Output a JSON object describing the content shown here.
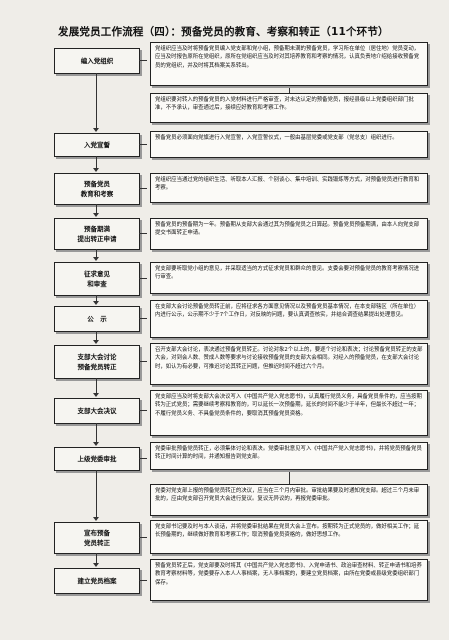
{
  "title": "发展党员工作流程（四）：预备党员的教育、考察和转正（11个环节）",
  "stages": [
    {
      "id": "s1",
      "label": "编入党组织"
    },
    {
      "id": "s2",
      "label": "入党宣誓"
    },
    {
      "id": "s3",
      "label": "预备党员\n教育和考察"
    },
    {
      "id": "s4",
      "label": "预备期满\n提出转正申请"
    },
    {
      "id": "s5",
      "label": "征求意见\n和审查"
    },
    {
      "id": "s6",
      "label": "公　示"
    },
    {
      "id": "s7",
      "label": "支部大会讨论\n预备党员转正"
    },
    {
      "id": "s8",
      "label": "支部大会决议"
    },
    {
      "id": "s9",
      "label": "上级党委审批"
    },
    {
      "id": "s10",
      "label": "宣布预备\n党员转正"
    },
    {
      "id": "s11",
      "label": "建立党员档案"
    }
  ],
  "boxes": [
    {
      "id": "b1",
      "text": "党组织应当及时将预备党员编入党支部和党小组，预备期未满的预备党员，学习所在单位（居住地）党员变动，应当及时报告原所在党组织，原所在党组织应当及时对其培养教育和考察的情况，认真负责地介绍给接收预备党员的党组织，并及时将其档案关系转出。"
    },
    {
      "id": "b2",
      "text": "党组织要对转入的预备党员的入党材料进行严格审查，对未达认定的预备党员，报经县级以上党委组织部门批准，不予承认，审查通过后，接续应好教育和考察工作。"
    },
    {
      "id": "b3",
      "text": "预备党员必须面向党旗进行入党宣誓，入党宣誓仪式，一般由基层党委或党支部（党总支）组织进行。"
    },
    {
      "id": "b4",
      "text": "党组织应当通过党的组织生活、听取本人汇报、个别谈心、集中培训、实践锻炼等方式，对预备党员进行教育和考察。"
    },
    {
      "id": "b5",
      "text": "预备党员的预备期为一年。预备期从支部大会通过其为预备党员之日算起。预备党员预备期满，由本人向党支部提交书面转正申请。"
    },
    {
      "id": "b6",
      "text": "党支部要听取党小组的意见，并采取适当的方式征求党员和群众的意见。支委会要对预备党员的教育考察情况进行审查。"
    },
    {
      "id": "b7",
      "text": "在支部大会讨论预备党员转正前，应将征求各方面意见情况以及预备党员基本情况，在本支部辖区（所在单位）内进行公示，公示期不少于7个工作日，对反映的问题，要认真调查核实，并结合调查结果提出处理意见。"
    },
    {
      "id": "b8",
      "text": "召开支部大会讨论，表决通过预备党员转正。讨论对象2个以上的，要逐个讨论和表决；讨论预备党员转正的支部大会，对到会人数、赞成人数等要求与讨论接收预备党员的支部大会相同。对经入的预备党员，在支部大会讨论时，如认为有必要，可推迟讨论其转正问题，但推迟时间不超过六个月。"
    },
    {
      "id": "b9",
      "text": "党支部应当及时将支部大会决议写入《中国共产党入党志愿书》，认真履行党员义务，具备党员条件的，应当按期转为正式党员；需要继续考察和教育的，可以延长一次预备期，延长的时间不能少于半年，但最长不超过一年；不履行党员义务、不具备党员条件的，要取消其预备党员资格。"
    },
    {
      "id": "b10",
      "text": "党委审批预备党员转正，必须集体讨论和表决。党委审批意见写入《中国共产党入党志愿书》，并将党员预备党员转正时间计算的时间，并通知报告到党支部。"
    },
    {
      "id": "b11",
      "text": "党委对党支部上报的预备党员转正的决议，应当在三个月内审批。审批结果要及时通知党支部。超过三个月未审批的，应由党支部召开党员大会进行复议。复议无异议的，再报党委审批。"
    },
    {
      "id": "b12",
      "text": "党支部书记要及时与本人谈话，并将党委审批结果在党员大会上宣布。按期转为正式党员的，做好相关工作；延长预备期的，继续做好教育和考察工作；取消预备党员资格的，做好思想工作。"
    },
    {
      "id": "b13",
      "text": "预备党员转正后，党支部要及时将其《中国共产党入党志愿书》、入党申请书、政治审查材料、转正申请书和培养教育考察材料等，党委要存入本人人事档案，无人事档案的，要建立党员档案，由所在党委或县级党委组织部门保存。"
    }
  ]
}
